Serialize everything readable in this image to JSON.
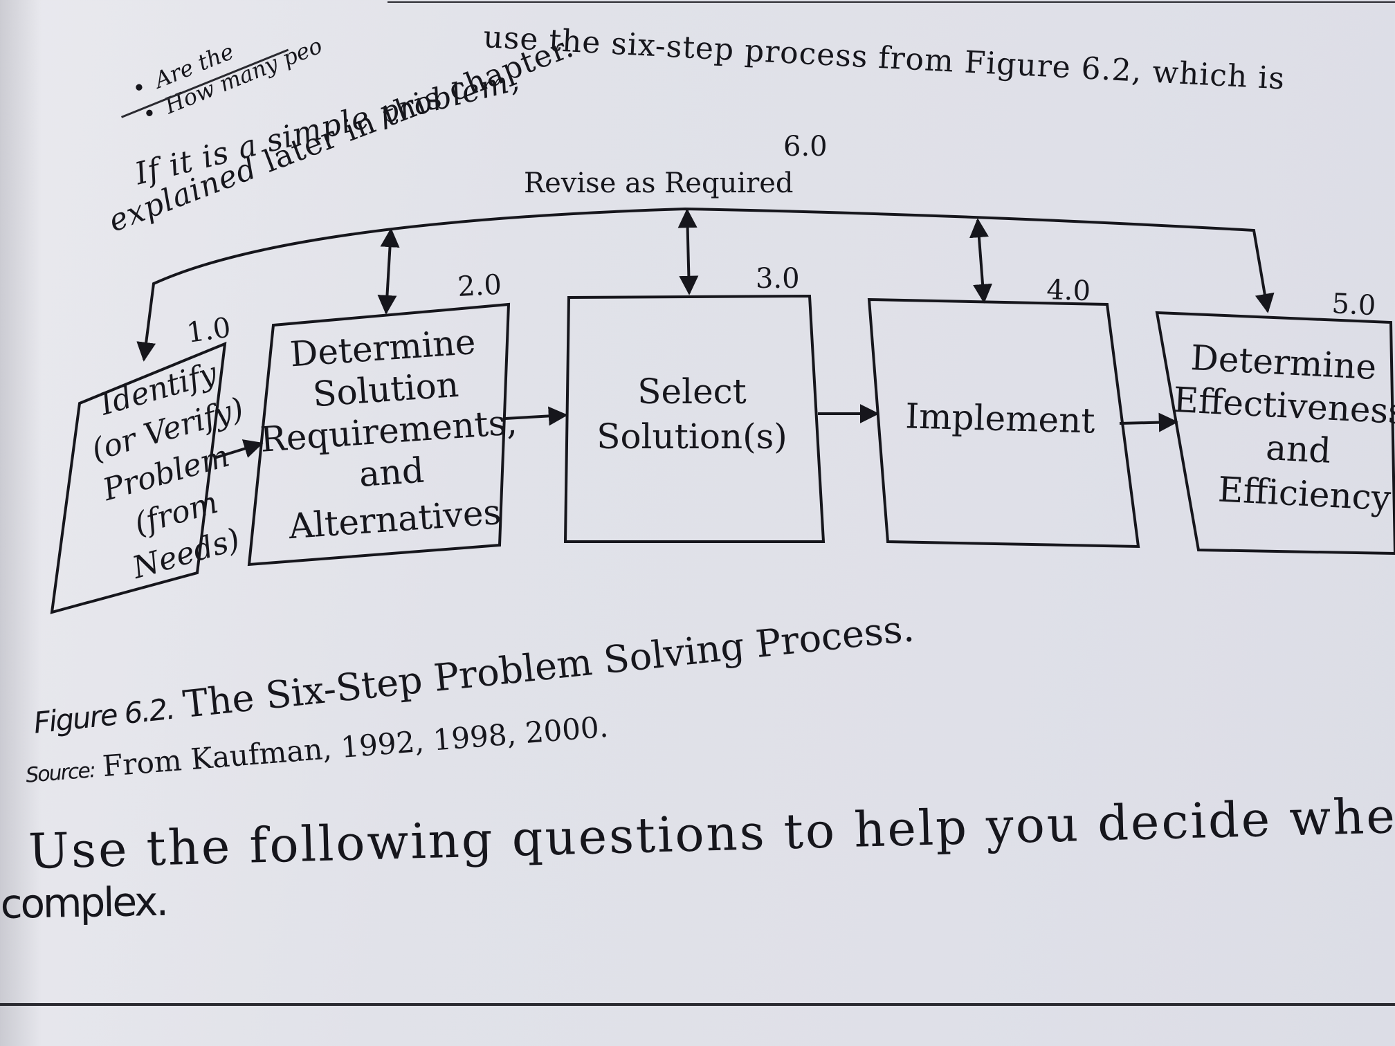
{
  "bullets": {
    "items": [
      "Are the",
      "How many peo"
    ]
  },
  "intro": {
    "line1_start": "If it is a simple problem,",
    "line1_rest": "use the six-step process from Figure 6.2, which is",
    "line2_start": "explained",
    "line2_rest": "later in this chapter."
  },
  "figure": {
    "revise": {
      "number": "6.0",
      "label": "Revise as Required"
    },
    "steps": [
      {
        "number": "1.0",
        "lines": [
          "Identify",
          "(or Verify)",
          "Problem",
          "(from",
          "Needs)"
        ]
      },
      {
        "number": "2.0",
        "lines": [
          "Determine",
          "Solution",
          "Requirements,",
          "and",
          "Alternatives"
        ]
      },
      {
        "number": "3.0",
        "lines": [
          "Select",
          "Solution(s)"
        ]
      },
      {
        "number": "4.0",
        "lines": [
          "Implement"
        ]
      },
      {
        "number": "5.0",
        "lines": [
          "Determine",
          "Effectiveness",
          "and",
          "Efficiency"
        ]
      }
    ],
    "caption": {
      "label": "Figure 6.2.",
      "title": "The Six-Step Problem Solving Process."
    },
    "source": {
      "label": "Source:",
      "text": "From Kaufman, 1992, 1998, 2000."
    }
  },
  "body": {
    "question_line": "Use the following questions to help you decide whether the prob",
    "complex_line": "complex."
  }
}
